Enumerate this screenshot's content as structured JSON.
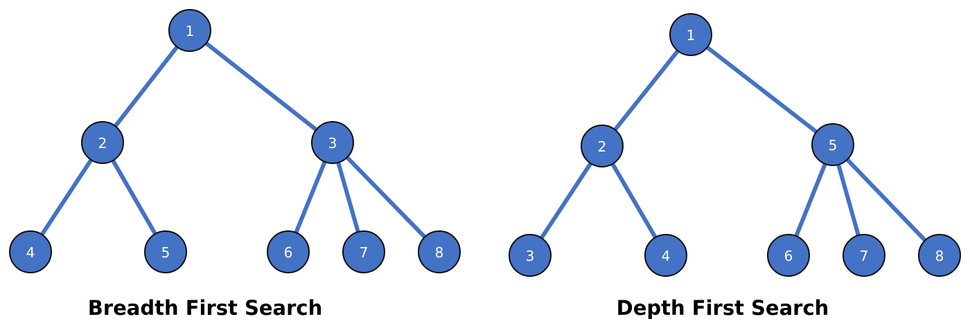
{
  "colors": {
    "node_fill": "#4472C4",
    "node_stroke": "#0d0d0d",
    "edge": "#4472C4",
    "label": "#ffffff",
    "caption": "#000000"
  },
  "trees": [
    {
      "caption": "Breadth First Search",
      "nodes": [
        {
          "id": "b1",
          "label": "1"
        },
        {
          "id": "b2",
          "label": "2"
        },
        {
          "id": "b3",
          "label": "3"
        },
        {
          "id": "b4",
          "label": "4"
        },
        {
          "id": "b5",
          "label": "5"
        },
        {
          "id": "b6",
          "label": "6"
        },
        {
          "id": "b7",
          "label": "7"
        },
        {
          "id": "b8",
          "label": "8"
        }
      ],
      "edges": [
        [
          "b1",
          "b2"
        ],
        [
          "b1",
          "b3"
        ],
        [
          "b2",
          "b4"
        ],
        [
          "b2",
          "b5"
        ],
        [
          "b3",
          "b6"
        ],
        [
          "b3",
          "b7"
        ],
        [
          "b3",
          "b8"
        ]
      ]
    },
    {
      "caption": "Depth First Search",
      "nodes": [
        {
          "id": "d1",
          "label": "1"
        },
        {
          "id": "d2",
          "label": "2"
        },
        {
          "id": "d5",
          "label": "5"
        },
        {
          "id": "d3",
          "label": "3"
        },
        {
          "id": "d4",
          "label": "4"
        },
        {
          "id": "d6",
          "label": "6"
        },
        {
          "id": "d7",
          "label": "7"
        },
        {
          "id": "d8",
          "label": "8"
        }
      ],
      "edges": [
        [
          "d1",
          "d2"
        ],
        [
          "d1",
          "d5"
        ],
        [
          "d2",
          "d3"
        ],
        [
          "d2",
          "d4"
        ],
        [
          "d5",
          "d6"
        ],
        [
          "d5",
          "d7"
        ],
        [
          "d5",
          "d8"
        ]
      ]
    }
  ]
}
